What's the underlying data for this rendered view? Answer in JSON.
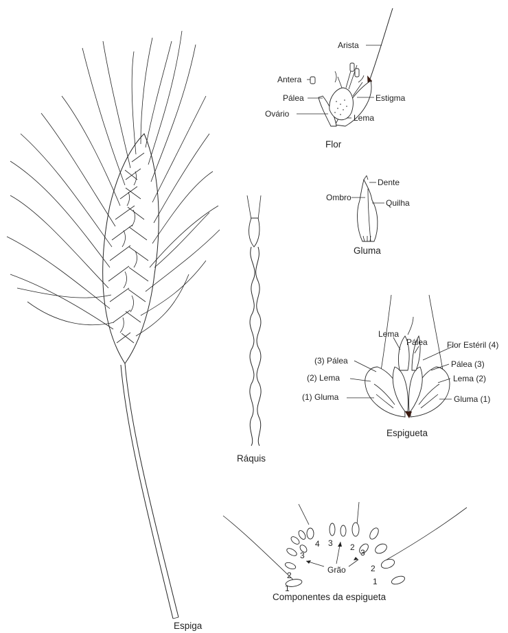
{
  "flor": {
    "caption": "Flor",
    "arista": "Arista",
    "antera": "Antera",
    "palea": "Pálea",
    "estigma": "Estigma",
    "ovario": "Ovário",
    "lema": "Lema"
  },
  "gluma": {
    "caption": "Gluma",
    "dente": "Dente",
    "ombro": "Ombro",
    "quilha": "Quilha"
  },
  "raquis": {
    "caption": "Ráquis"
  },
  "espigueta": {
    "caption": "Espigueta",
    "lema_top": "Lema",
    "palea_top": "Pálea",
    "flor_esteril": "Flor Estéril (4)",
    "palea_left": "(3) Pálea",
    "lema_left": "(2) Lema",
    "gluma_left": "(1) Gluma",
    "palea_right": "Pálea (3)",
    "lema_right": "Lema (2)",
    "gluma_right": "Gluma (1)"
  },
  "componentes": {
    "caption": "Componentes da espigueta",
    "grao": "Grão",
    "numbers": [
      "4",
      "3",
      "2",
      "1",
      "3",
      "2",
      "3",
      "2",
      "1"
    ]
  },
  "espiga": {
    "caption": "Espiga"
  }
}
